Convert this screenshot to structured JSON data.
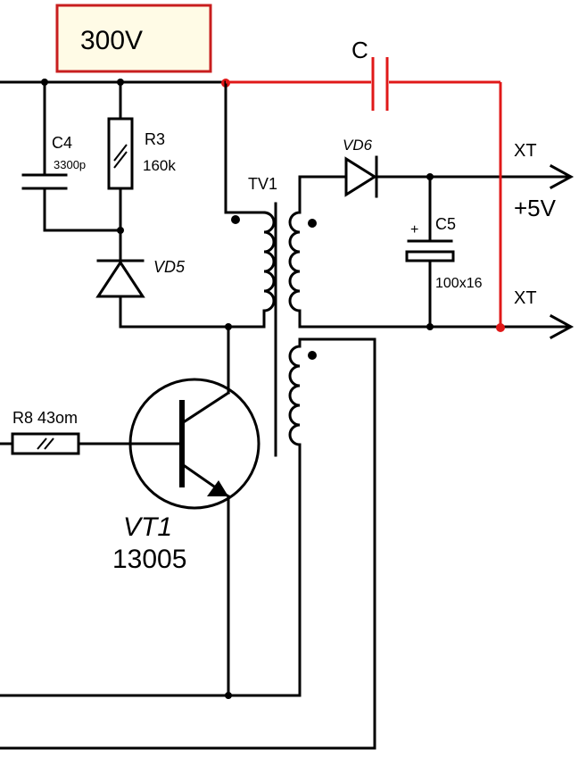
{
  "diagram": {
    "voltage_box": {
      "text": "300V",
      "fill": "#fffbe6",
      "border": "#c81e1e"
    },
    "components": {
      "c_added": "C",
      "c4_name": "C4",
      "c4_value": "3300p",
      "r3_name": "R3",
      "r3_value": "160k",
      "vd5": "VD5",
      "tv1": "TV1",
      "vd6": "VD6",
      "c5_name": "C5",
      "c5_value": "100x16",
      "c5_plus": "+",
      "r8": "R8 43om",
      "vt1_name": "VT1",
      "vt1_part": "13005"
    },
    "outputs": {
      "xt_top": "XT",
      "voltage": "+5V",
      "xt_bottom": "XT"
    },
    "colors": {
      "wire": "#000000",
      "modification": "#e01818"
    }
  }
}
